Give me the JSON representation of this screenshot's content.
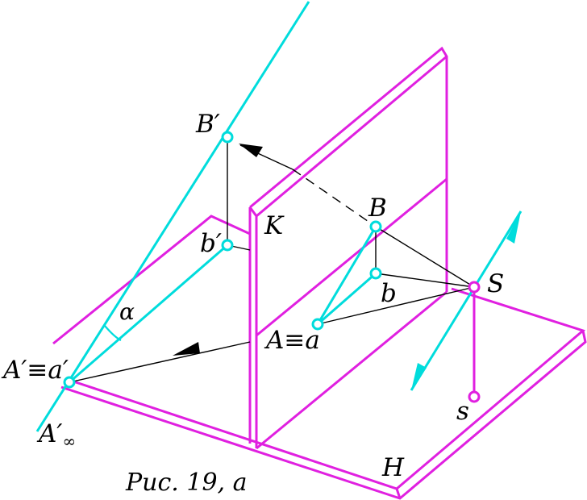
{
  "figure": {
    "colors": {
      "plane": "#e020e0",
      "ray": "#00dcdc",
      "line": "#000000"
    },
    "labels": {
      "B_prime": "B′",
      "b_prime": "b′",
      "K": "K",
      "B": "B",
      "b": "b",
      "S": "S",
      "alpha": "α",
      "A_a": "A≡a",
      "A_prime_a_prime": "A′≡a′",
      "A_prime_inf_base": "A′",
      "A_prime_inf_sub": "∞",
      "s": "s",
      "H": "H"
    },
    "caption": "Рис. 19, a"
  }
}
